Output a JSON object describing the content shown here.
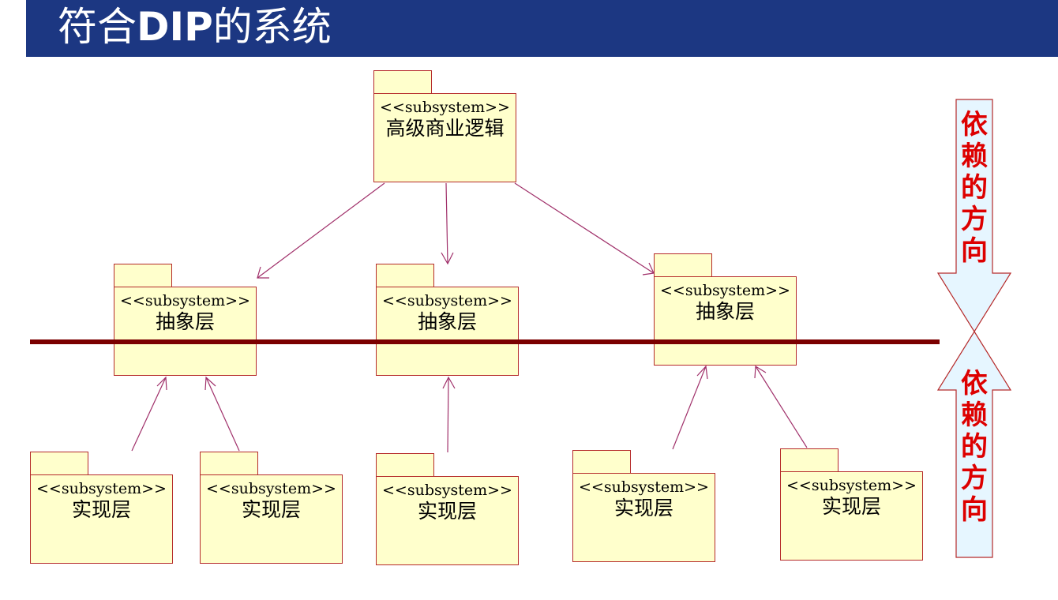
{
  "title": {
    "part1": "符合",
    "part2": "DIP",
    "part3": "的系统"
  },
  "top_package": {
    "stereotype": "<<subsystem>>",
    "name": "高级商业逻辑"
  },
  "abstract_packages": [
    {
      "stereotype": "<<subsystem>>",
      "name": "抽象层"
    },
    {
      "stereotype": "<<subsystem>>",
      "name": "抽象层"
    },
    {
      "stereotype": "<<subsystem>>",
      "name": "抽象层"
    }
  ],
  "impl_packages": [
    {
      "stereotype": "<<subsystem>>",
      "name": "实现层"
    },
    {
      "stereotype": "<<subsystem>>",
      "name": "实现层"
    },
    {
      "stereotype": "<<subsystem>>",
      "name": "实现层"
    },
    {
      "stereotype": "<<subsystem>>",
      "name": "实现层"
    },
    {
      "stereotype": "<<subsystem>>",
      "name": "实现层"
    }
  ],
  "direction_down_label": "依赖的方向",
  "direction_up_label": "依赖的方向",
  "colors": {
    "title_bar": "#1c3782",
    "package_fill": "#ffffcc",
    "package_border": "#b52a2a",
    "arrow": "#a0306a",
    "boundary_line": "#7b0000",
    "direction_text": "#dd0000",
    "direction_fill": "#e6f6ff"
  }
}
